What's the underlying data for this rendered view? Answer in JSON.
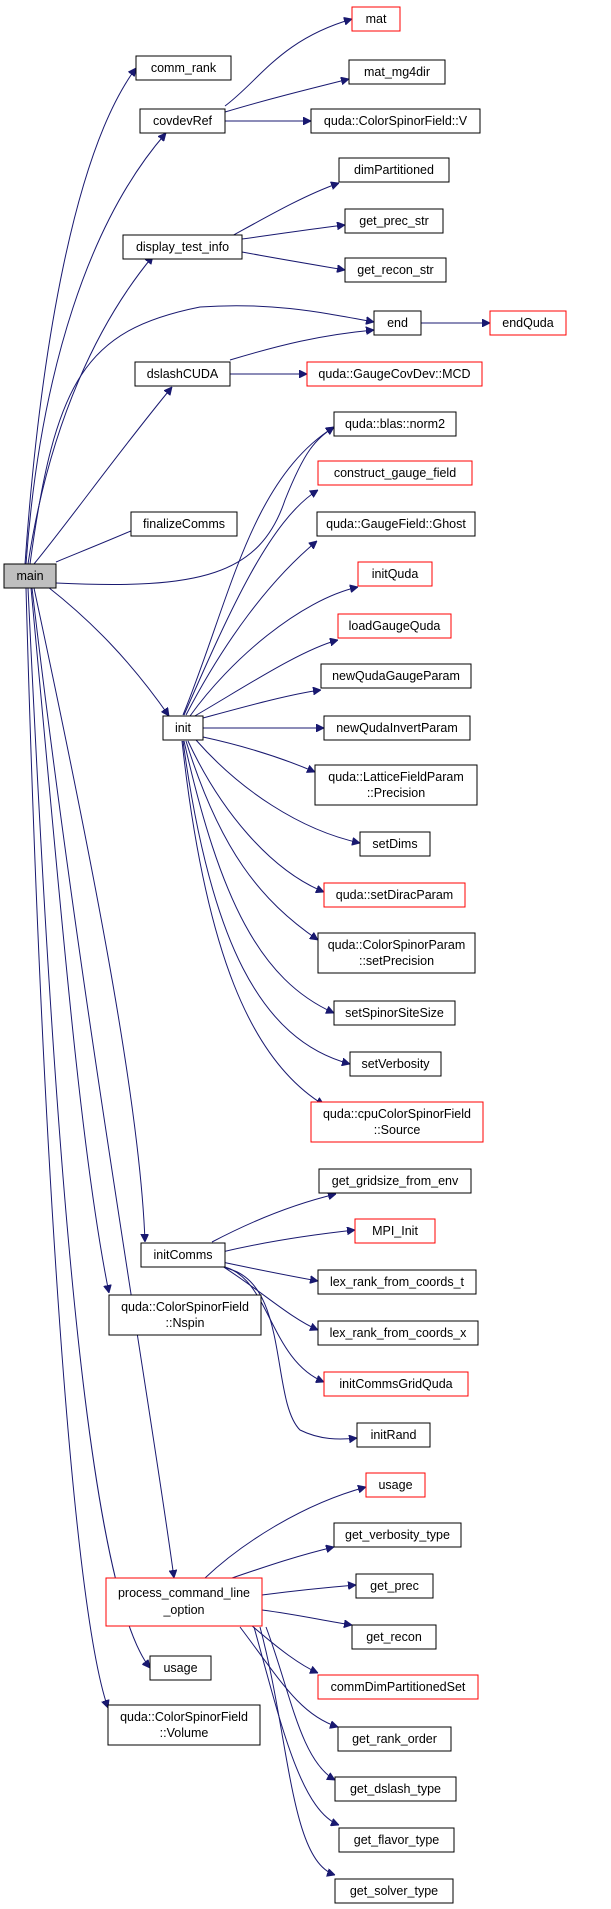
{
  "colors": {
    "edge": "#191970",
    "node_border": "#000000",
    "incomplete_node_border": "#ff0000",
    "root_fill": "#bfbfbf"
  },
  "nodes": {
    "main": {
      "label": "main"
    },
    "comm_rank": {
      "label": "comm_rank"
    },
    "covdevRef": {
      "label": "covdevRef"
    },
    "mat": {
      "label": "mat"
    },
    "mat_mg4dir": {
      "label": "mat_mg4dir"
    },
    "csf_V": {
      "label": "quda::ColorSpinorField::V"
    },
    "display_test_info": {
      "label": "display_test_info"
    },
    "dimPartitioned": {
      "label": "dimPartitioned"
    },
    "get_prec_str": {
      "label": "get_prec_str"
    },
    "get_recon_str": {
      "label": "get_recon_str"
    },
    "end": {
      "label": "end"
    },
    "endQuda": {
      "label": "endQuda"
    },
    "dslashCUDA": {
      "label": "dslashCUDA"
    },
    "gaugecovdev_MCD": {
      "label": "quda::GaugeCovDev::MCD"
    },
    "blas_norm2": {
      "label": "quda::blas::norm2"
    },
    "construct_gauge_field": {
      "label": "construct_gauge_field"
    },
    "finalizeComms": {
      "label": "finalizeComms"
    },
    "gaugefield_Ghost": {
      "label": "quda::GaugeField::Ghost"
    },
    "initQuda": {
      "label": "initQuda"
    },
    "loadGaugeQuda": {
      "label": "loadGaugeQuda"
    },
    "newQudaGaugeParam": {
      "label": "newQudaGaugeParam"
    },
    "init": {
      "label": "init"
    },
    "newQudaInvertParam": {
      "label": "newQudaInvertParam"
    },
    "lfp_Precision": {
      "label_line1": "quda::LatticeFieldParam",
      "label_line2": "::Precision"
    },
    "setDims": {
      "label": "setDims"
    },
    "setDiracParam": {
      "label": "quda::setDiracParam"
    },
    "csp_setPrecision": {
      "label_line1": "quda::ColorSpinorParam",
      "label_line2": "::setPrecision"
    },
    "setSpinorSiteSize": {
      "label": "setSpinorSiteSize"
    },
    "setVerbosity": {
      "label": "setVerbosity"
    },
    "cpu_Source": {
      "label_line1": "quda::cpuColorSpinorField",
      "label_line2": "::Source"
    },
    "get_gridsize_from_env": {
      "label": "get_gridsize_from_env"
    },
    "MPI_Init": {
      "label": "MPI_Init"
    },
    "initComms": {
      "label": "initComms"
    },
    "lex_rank_t": {
      "label": "lex_rank_from_coords_t"
    },
    "csf_Nspin": {
      "label_line1": "quda::ColorSpinorField",
      "label_line2": "::Nspin"
    },
    "lex_rank_x": {
      "label": "lex_rank_from_coords_x"
    },
    "initCommsGridQuda": {
      "label": "initCommsGridQuda"
    },
    "initRand": {
      "label": "initRand"
    },
    "usage_red": {
      "label": "usage"
    },
    "get_verbosity_type": {
      "label": "get_verbosity_type"
    },
    "get_prec": {
      "label": "get_prec"
    },
    "process_cmd": {
      "label_line1": "process_command_line",
      "label_line2": "_option"
    },
    "get_recon": {
      "label": "get_recon"
    },
    "commDimPartitionedSet": {
      "label": "commDimPartitionedSet"
    },
    "usage": {
      "label": "usage"
    },
    "get_rank_order": {
      "label": "get_rank_order"
    },
    "csf_Volume": {
      "label_line1": "quda::ColorSpinorField",
      "label_line2": "::Volume"
    },
    "get_dslash_type": {
      "label": "get_dslash_type"
    },
    "get_flavor_type": {
      "label": "get_flavor_type"
    },
    "get_solver_type": {
      "label": "get_solver_type"
    }
  }
}
